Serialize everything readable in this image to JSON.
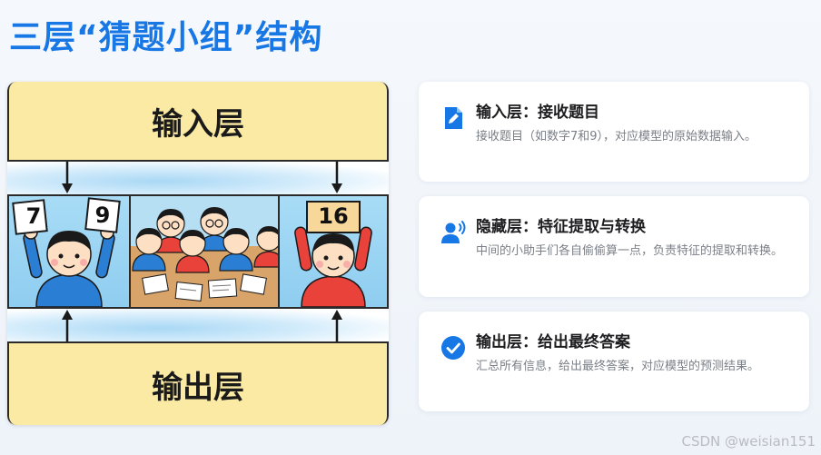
{
  "title": "三层“猜题小组”结构",
  "diagram": {
    "input_layer_label": "输入层",
    "output_layer_label": "输出层",
    "left_cards": [
      "7",
      "9"
    ],
    "right_card": "16"
  },
  "cards": [
    {
      "title": "输入层：接收题目",
      "desc": "接收题目（如数字7和9），对应模型的原始数据输入。",
      "icon": "pencil-document-icon"
    },
    {
      "title": "隐藏层：特征提取与转换",
      "desc": "中间的小助手们各自偷偷算一点，负责特征的提取和转换。",
      "icon": "person-voice-icon"
    },
    {
      "title": "输出层：给出最终答案",
      "desc": "汇总所有信息，给出最终答案，对应模型的预测结果。",
      "icon": "check-circle-icon"
    }
  ],
  "watermark": "CSDN @weisian151",
  "colors": {
    "accent": "#1677e5",
    "layer_fill": "#fbeaa3",
    "sky": "#8fd0f2",
    "red_shirt": "#e8423b",
    "blue_shirt": "#2a7fd4"
  }
}
